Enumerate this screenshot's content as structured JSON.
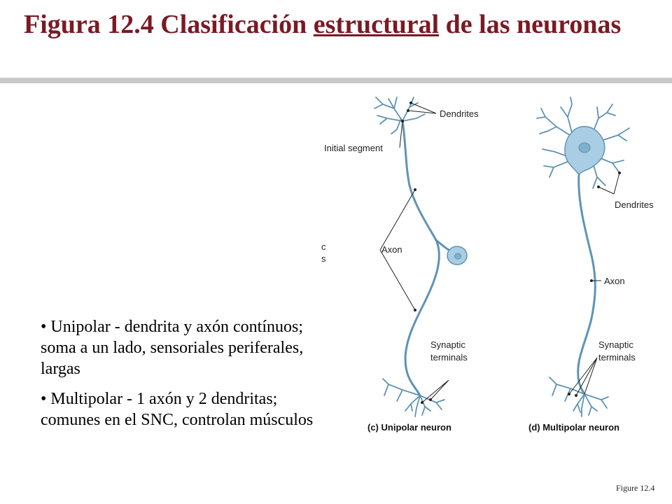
{
  "slide": {
    "title_part1": "Figura 12.4  Clasificación ",
    "title_underlined": "estructural",
    "title_part2": " de las neuronas",
    "bullets": [
      "• Unipolar - dendrita y axón contínuos; soma a un lado, sensoriales periferales, largas",
      "• Multipolar - 1 axón y 2 dendritas; comunes en el SNC, controlan músculos"
    ],
    "figure_caption": "Figure 12.4"
  },
  "figure": {
    "unipolar": {
      "labels": {
        "dendrites": "Dendrites",
        "initial_segment": "Initial segment",
        "axon": "Axon",
        "synaptic_terminals_1": "Synaptic",
        "synaptic_terminals_2": "terminals"
      },
      "caption": "(c) Unipolar neuron"
    },
    "multipolar": {
      "labels": {
        "dendrites": "Dendrites",
        "axon": "Axon",
        "synaptic_terminals_1": "Synaptic",
        "synaptic_terminals_2": "terminals"
      },
      "caption": "(d) Multipolar neuron"
    },
    "cut_label_1": "c",
    "cut_label_2": "s",
    "colors": {
      "neuron_fill": "#a9cde3",
      "neuron_stroke": "#5f93b4",
      "title": "#7a1a24"
    }
  }
}
